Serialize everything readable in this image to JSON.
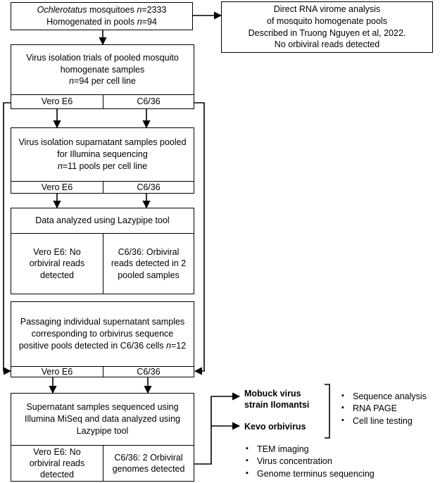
{
  "top_box": {
    "line1_italic": "Ochlerotatus",
    "line1_rest": " mosquitoes ",
    "line1_n": "n",
    "line1_count": "=2333",
    "line2_prefix": "Homogenated in pools ",
    "line2_n": "n",
    "line2_count": "=94"
  },
  "virome_box": {
    "line1": "Direct RNA virome analysis",
    "line2": "of mosquito homogenate pools",
    "line3": "Described in Truong Nguyen et al, 2022.",
    "line4": "No orbiviral reads detected"
  },
  "isolation_box": {
    "line1": "Virus isolation trials of pooled mosquito",
    "line2": "homogenate samples",
    "line3_n": "n",
    "line3_rest": "=94 per cell line",
    "col_left": "Vero E6",
    "col_right": "C6/36"
  },
  "pooled_box": {
    "line1": "Virus isolation suparnatant samples pooled",
    "line2": "for Illumina sequencing",
    "line3_n": "n",
    "line3_rest": "=11 pools per cell line",
    "col_left": "Vero E6",
    "col_right": "C6/36"
  },
  "lazypipe_box": {
    "title": "Data analyzed using Lazypipe tool",
    "left": "Vero E6: No orbiviral reads detected",
    "right": "C6/36: Orbiviral reads detected in 2 pooled samples"
  },
  "passaging_box": {
    "line1": "Passaging individual supernatant samples",
    "line2": "corresponding to orbivirus sequence",
    "line3_prefix": "positive pools detected in C6/36 cells  ",
    "line3_n": "n",
    "line3_rest": "=12",
    "col_left": "Vero E6",
    "col_right": "C6/36"
  },
  "miseq_box": {
    "line1": "Supernatant samples sequenced using",
    "line2": "Illumina MiSeq and data analyzed using",
    "line3": "Lazypipe tool",
    "left": "Vero E6: No orbiviral reads detected",
    "right": "C6/36: 2 Orbiviral genomes detected"
  },
  "results": {
    "virus1_line1": "Mobuck virus",
    "virus1_line2": "strain Ilomantsi",
    "virus2": "Kevo orbivirus",
    "right_bullets": [
      "Sequence analysis",
      "RNA PAGE",
      "Cell line testing"
    ],
    "bottom_bullets": [
      "TEM imaging",
      "Virus concentration",
      "Genome terminus sequencing"
    ]
  }
}
